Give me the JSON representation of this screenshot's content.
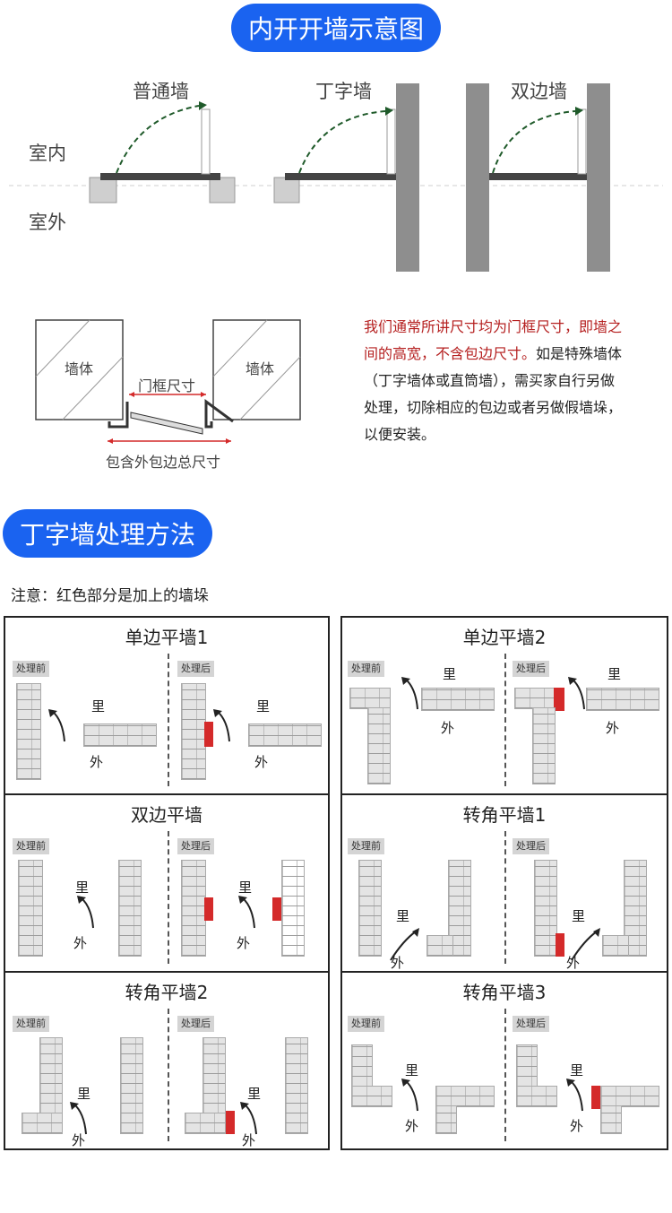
{
  "section1": {
    "title": "内开开墙示意图",
    "wall_labels": [
      "普通墙",
      "丁字墙",
      "双边墙"
    ],
    "indoor": "室内",
    "outdoor": "室外"
  },
  "frame_diagram": {
    "wall_body_left": "墙体",
    "wall_body_right": "墙体",
    "frame_size": "门框尺寸",
    "total_size": "包含外包边总尺寸"
  },
  "note": {
    "red_text": "我们通常所讲尺寸均为门框尺寸，即墙之间的高宽，不含包边尺寸。",
    "black_text": "如是特殊墙体（丁字墙体或直筒墙），需买家自行另做处理，切除相应的包边或者另做假墙垛，以便安装。"
  },
  "section2": {
    "title": "丁字墙处理方法",
    "notice": "注意：红色部分是加上的墙垛"
  },
  "labels": {
    "before": "处理前",
    "after": "处理后",
    "inside": "里",
    "outside": "外"
  },
  "panels": [
    {
      "title": "单边平墙1"
    },
    {
      "title": "单边平墙2"
    },
    {
      "title": "双边平墙"
    },
    {
      "title": "转角平墙1"
    },
    {
      "title": "转角平墙2"
    },
    {
      "title": "转角平墙3"
    }
  ],
  "colors": {
    "accent": "#1a63f0",
    "red_block": "#d42a2a",
    "arrow_green": "#1f5a2a"
  }
}
